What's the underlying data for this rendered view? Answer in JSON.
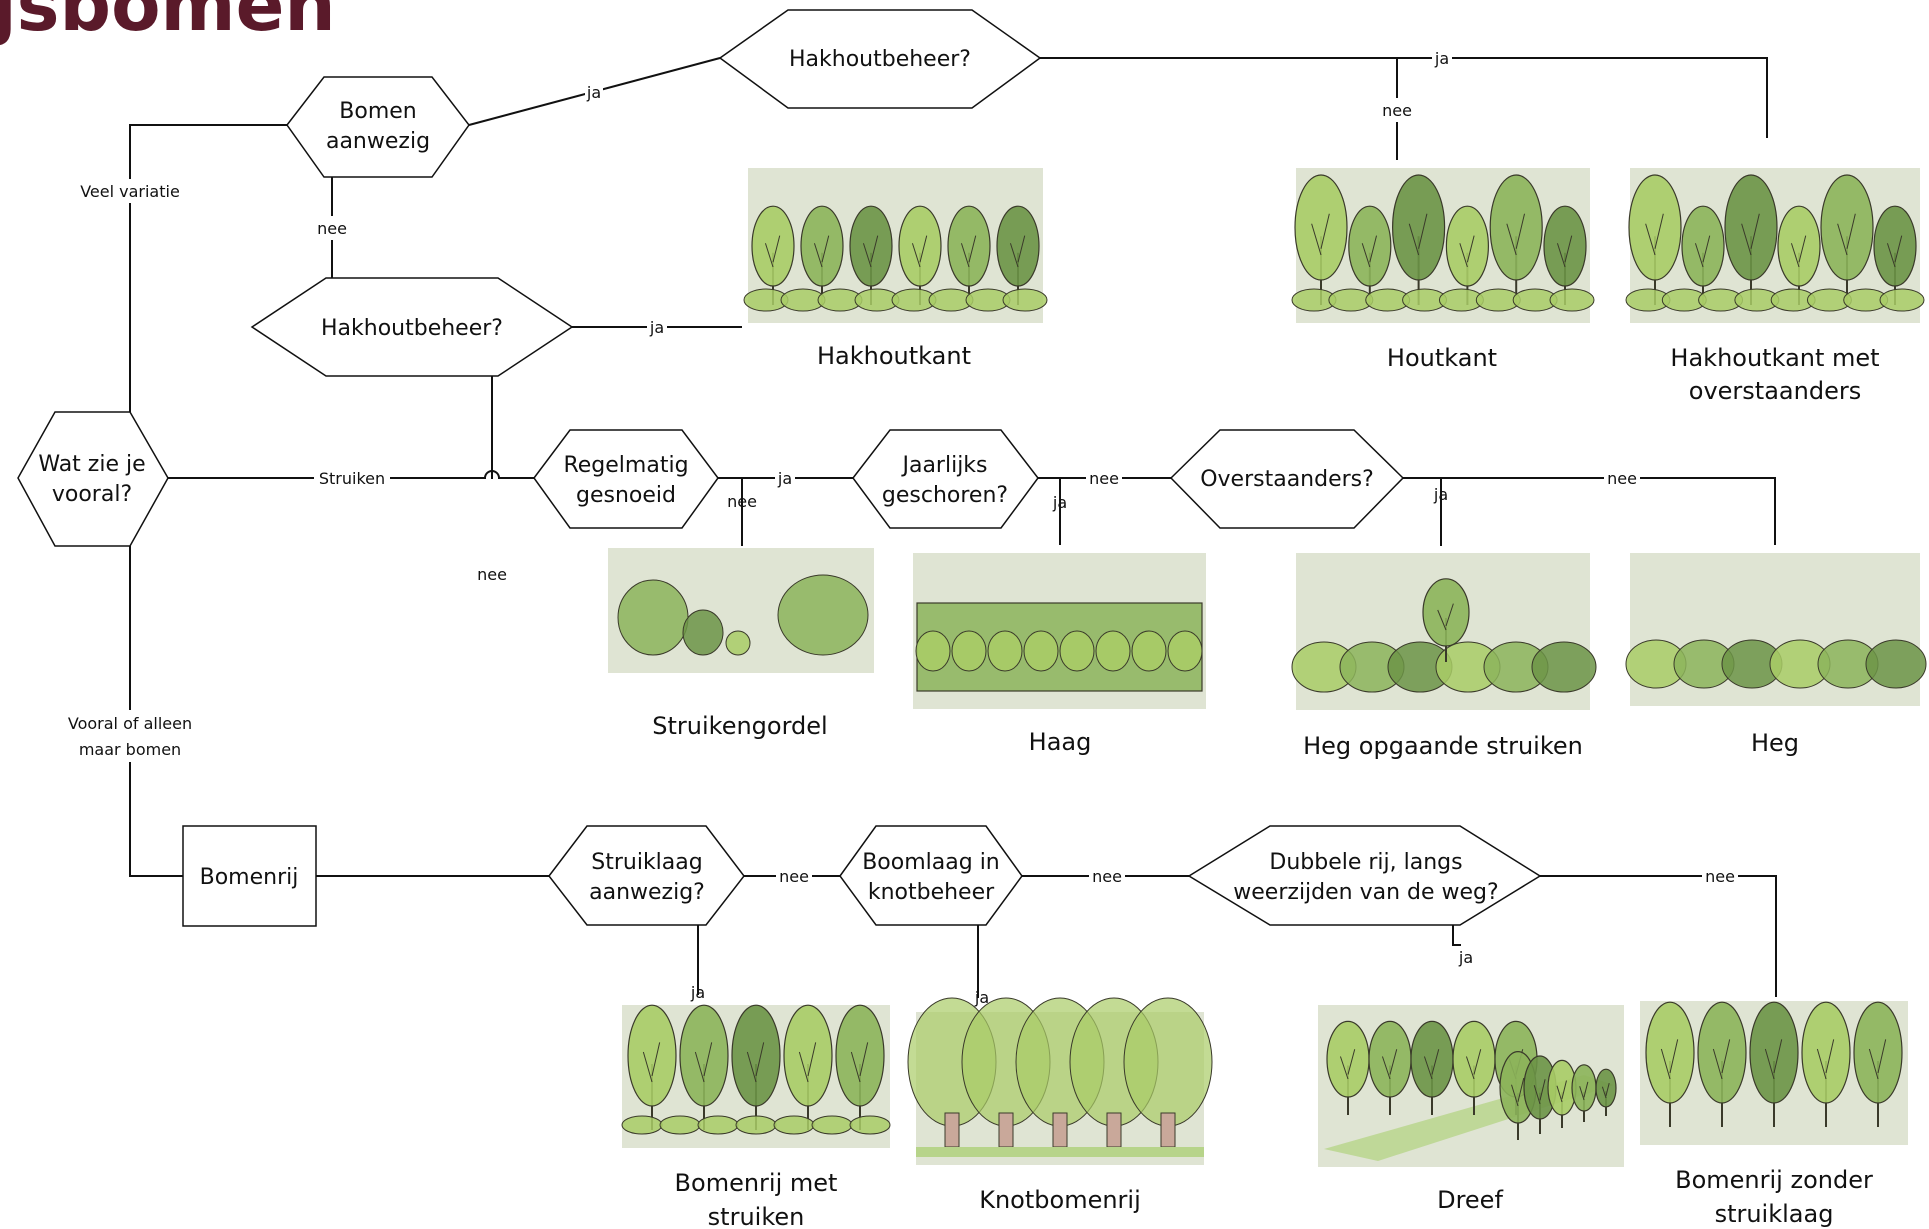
{
  "title_fragment": "jsbomen",
  "nodes": {
    "wat_zie_je": [
      "Wat zie je",
      "vooral?"
    ],
    "bomen_aanwezig": [
      "Bomen",
      "aanwezig"
    ],
    "hakhout_top": [
      "Hakhoutbeheer?"
    ],
    "hakhout_mid": [
      "Hakhoutbeheer?"
    ],
    "regelmatig": [
      "Regelmatig",
      "gesnoeid"
    ],
    "jaarlijks": [
      "Jaarlijks",
      "geschoren?"
    ],
    "overstaanders": [
      "Overstaanders?"
    ],
    "bomenrij": [
      "Bomenrij"
    ],
    "struiklaag": [
      "Struiklaag",
      "aanwezig?"
    ],
    "boomlaag": [
      "Boomlaag in",
      "knotbeheer"
    ],
    "dubbele_rij": [
      "Dubbele rij, langs",
      "weerzijden van de weg?"
    ]
  },
  "edge_labels": {
    "veel_variatie": "Veel variatie",
    "ja_bomen_hakhout": "ja",
    "ja_hakhout_top": "ja",
    "nee_hakhout_top": "nee",
    "nee_bomen": "nee",
    "ja_hakhout_mid": "ja",
    "nee_hakhout_mid": "nee",
    "struiken": "Struiken",
    "ja_regelmatig": "ja",
    "nee_regelmatig": "nee",
    "nee_jaarlijks": "nee",
    "ja_jaarlijks": "ja",
    "ja_overstaanders": "ja",
    "nee_overstaanders": "nee",
    "vooral_alleen": [
      "Vooral of alleen",
      "maar bomen"
    ],
    "nee_struiklaag": "nee",
    "ja_struiklaag": "ja",
    "nee_boomlaag": "nee",
    "ja_boomlaag": "ja",
    "nee_dubbele": "nee",
    "ja_dubbele": "ja"
  },
  "captions": {
    "hakhoutkant": [
      "Hakhoutkant"
    ],
    "houtkant": [
      "Houtkant"
    ],
    "hakhoutkant_over": [
      "Hakhoutkant met",
      "overstaanders"
    ],
    "struikengordel": [
      "Struikengordel"
    ],
    "haag": [
      "Haag"
    ],
    "heg_opgaande": [
      "Heg opgaande struiken"
    ],
    "heg": [
      "Heg"
    ],
    "bomenrij_struiken": [
      "Bomenrij met",
      "struiken"
    ],
    "knotbomenrij": [
      "Knotbomenrij"
    ],
    "dreef": [
      "Dreef"
    ],
    "bomenrij_zonder": [
      "Bomenrij zonder",
      "struiklaag"
    ]
  },
  "colors": {
    "title": "#5a1a2a",
    "panel_bg": "#dfe4d3",
    "tree_light": "#a9cc66",
    "tree_mid": "#8cb45a",
    "tree_dark": "#6c9446",
    "trunk": "#3a3a2a",
    "ground": "#b7d48a",
    "knot_trunk": "#c9a89a"
  },
  "illustrations": [
    "hakhoutkant-illustration",
    "houtkant-illustration",
    "hakhoutkant-met-overstaanders-illustration",
    "struikengordel-illustration",
    "haag-illustration",
    "heg-opgaande-struiken-illustration",
    "heg-illustration",
    "bomenrij-met-struiken-illustration",
    "knotbomenrij-illustration",
    "dreef-illustration",
    "bomenrij-zonder-struiklaag-illustration"
  ]
}
